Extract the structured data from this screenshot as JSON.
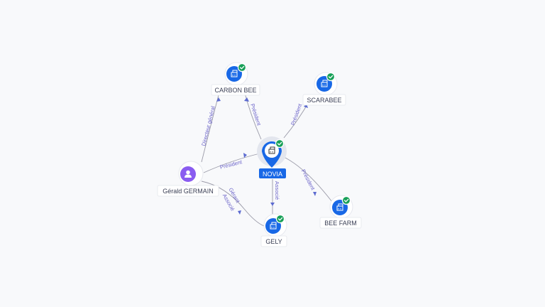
{
  "nodes": {
    "carbon_bee": {
      "label": "CARBON BEE",
      "verified": true
    },
    "scarabee": {
      "label": "SCARABEE",
      "verified": true
    },
    "novia": {
      "label": "NOVIA",
      "verified": true
    },
    "gerald_germain": {
      "label": "Gérald GERMAIN"
    },
    "gely": {
      "label": "GELY",
      "verified": true
    },
    "bee_farm": {
      "label": "BEE FARM",
      "verified": true
    }
  },
  "edges": {
    "gerald_carbon": {
      "label": "Directeur général"
    },
    "carbon_novia": {
      "label": "Président"
    },
    "scarabee_novia": {
      "label": "Président"
    },
    "gerald_novia": {
      "label": "Président"
    },
    "gerald_gely_1": {
      "label": "Gérant"
    },
    "gerald_gely_2": {
      "label": "Associé"
    },
    "novia_gely": {
      "label": "Associé"
    },
    "novia_beefarm": {
      "label": "Président"
    }
  },
  "colors": {
    "company_node": "#1868e6",
    "person_node": "#8a5cf0",
    "verified_badge": "#18a058",
    "edge_label": "#6b63c9"
  },
  "icons": {
    "company": "building-icon",
    "person": "person-icon",
    "verified": "check-badge-icon"
  }
}
